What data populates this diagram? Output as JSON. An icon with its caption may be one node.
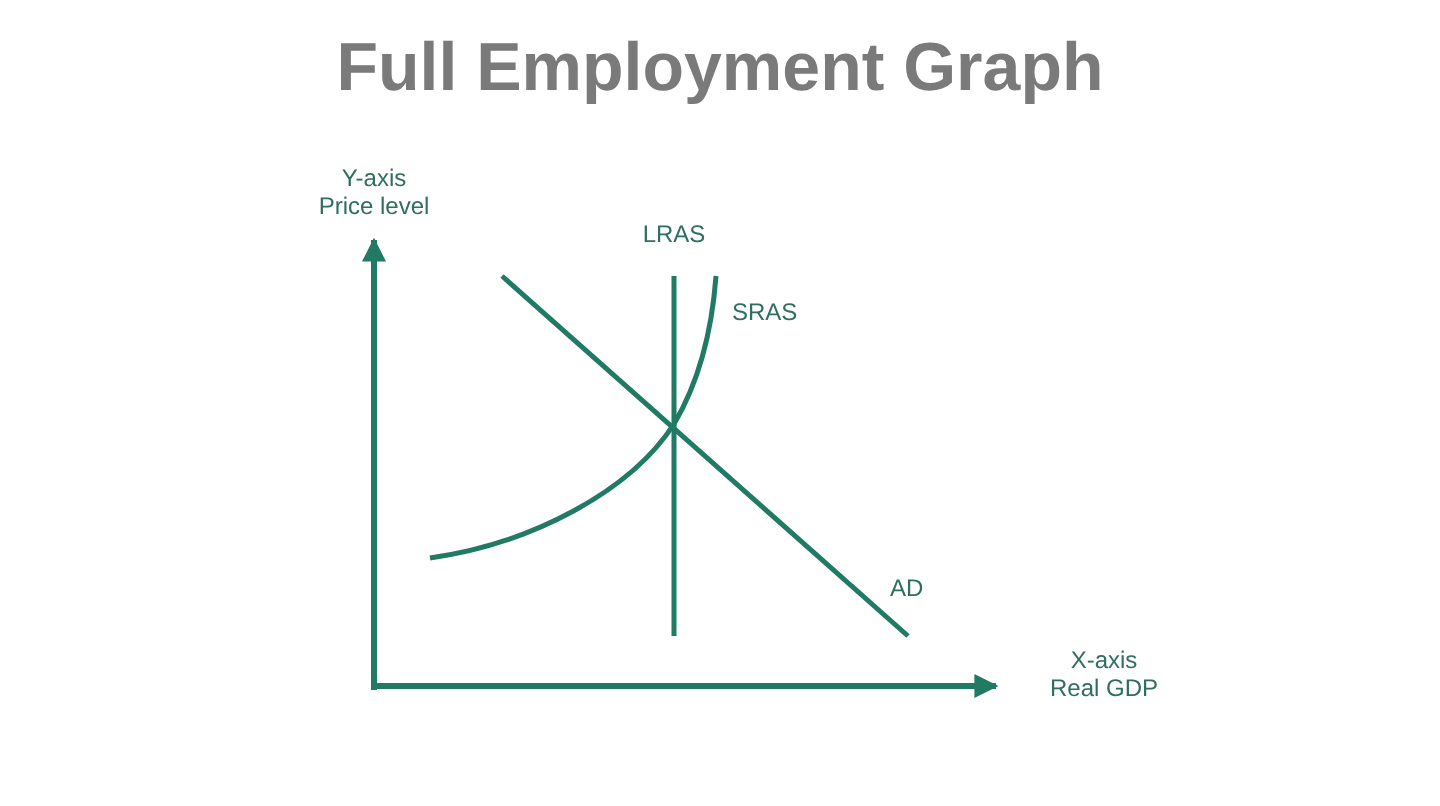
{
  "diagram": {
    "title": "Full Employment Graph",
    "labels": [
      "Y-axis Price level",
      "LRAS",
      "SRAS",
      "AD",
      "X-axis Real GDP"
    ]
  }
}
